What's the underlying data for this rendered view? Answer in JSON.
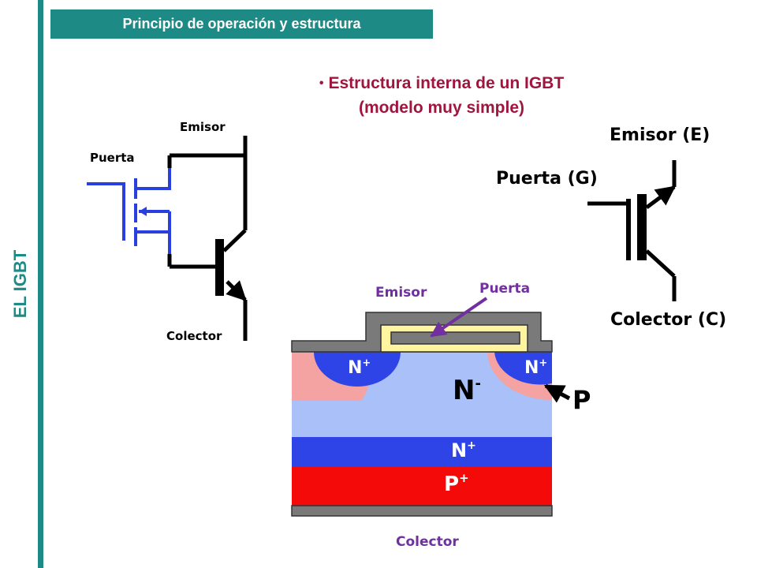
{
  "header": {
    "title": "Principio de operación y estructura"
  },
  "side_label": "EL IGBT",
  "main_title": {
    "line1": "Estructura interna de un IGBT",
    "line2": "(modelo muy simple)"
  },
  "equivalent_circuit": {
    "emitter": "Emisor",
    "gate": "Puerta",
    "collector": "Colector"
  },
  "symbol": {
    "emitter": "Emisor (E)",
    "gate": "Puerta (G)",
    "collector": "Colector (C)"
  },
  "cross_section": {
    "emitter": "Emisor",
    "gate": "Puerta",
    "collector": "Colector",
    "n_plus_left": "N",
    "n_plus_right": "N",
    "n_minus": "N",
    "p_label": "P",
    "n_plus_buffer": "N",
    "p_plus": "P",
    "sup_plus": "+",
    "sup_minus": "-"
  },
  "colors": {
    "teal": "#1e8a86",
    "title_red": "#a0153e",
    "gate_blue": "#2a3fe0",
    "purple": "#7030a0",
    "n_minus": "#a9c0f8",
    "n_plus": "#2f44e6",
    "p_region": "#f4a2a2",
    "p_plus": "#f50a0a",
    "metal": "#7a7a7a",
    "gate_oxide": "#fff5a0"
  }
}
